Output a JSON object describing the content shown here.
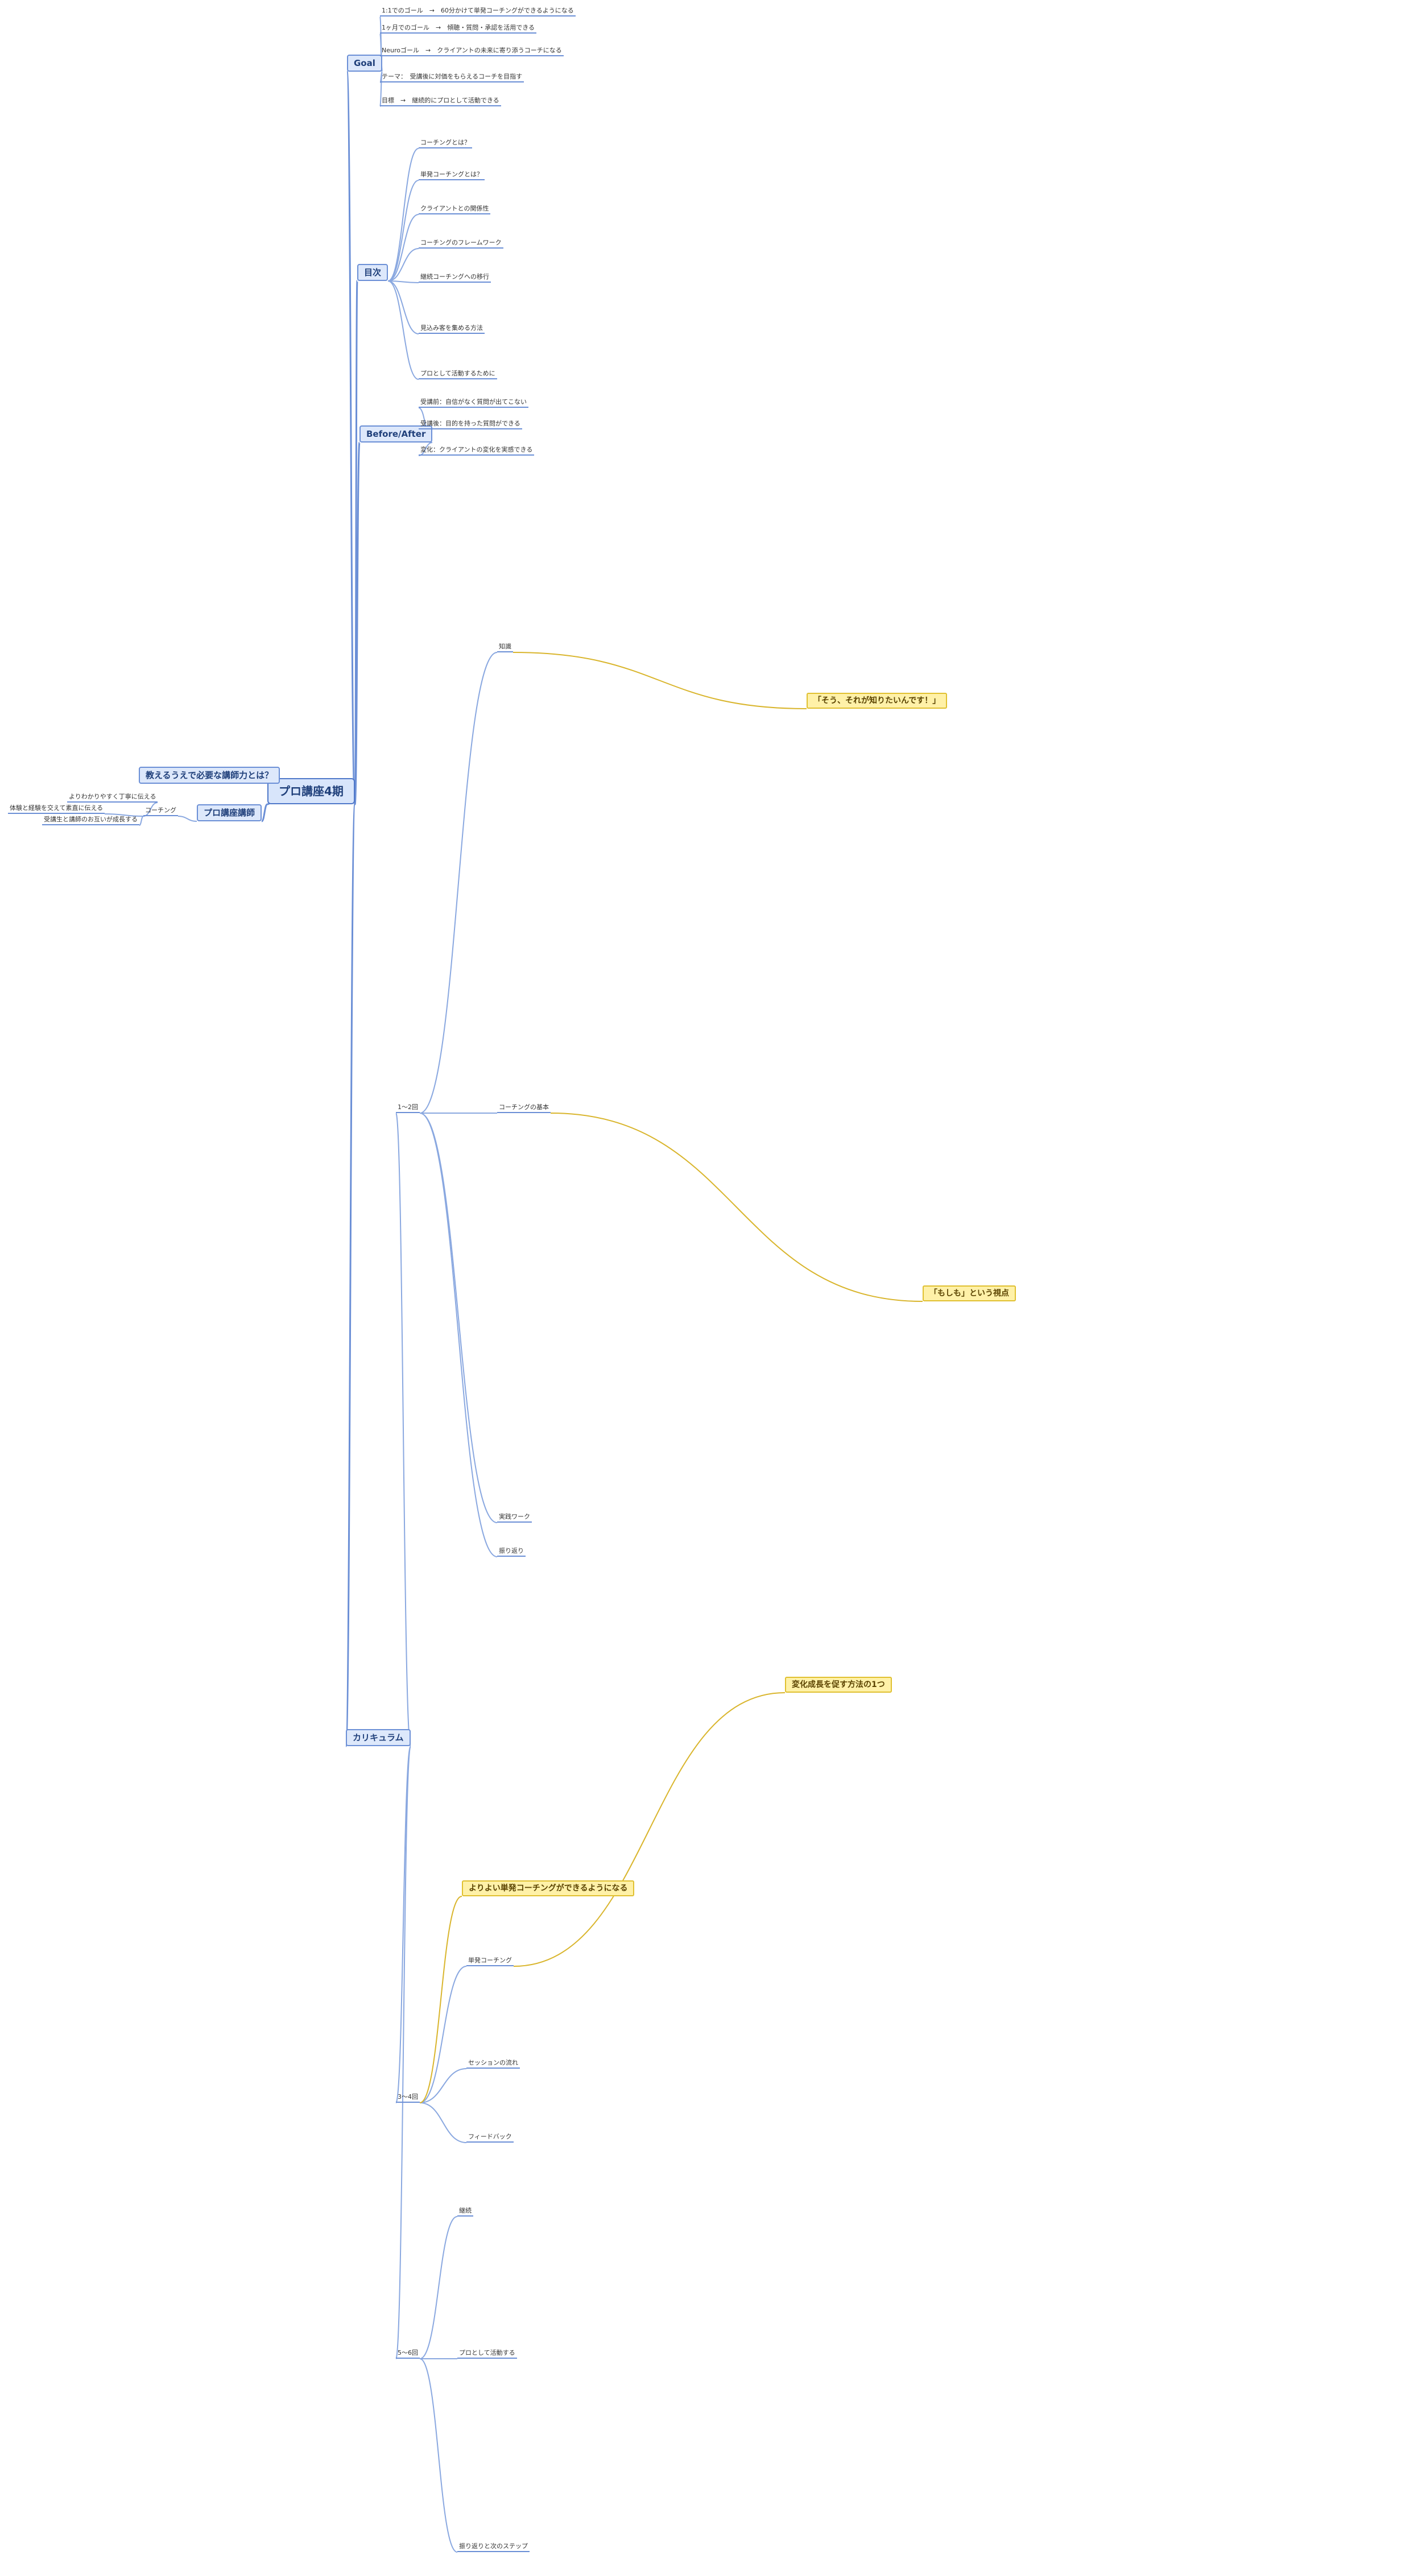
{
  "root": "プロ講座4期",
  "left": {
    "branch_1": "教えるうえで必要な講師力とは？",
    "branch_2": {
      "label": "プロ講座講師",
      "child": "コーチング",
      "leaves": [
        "よりわかりやすく丁寧に伝える",
        "体験と経験を交えて素直に伝える",
        "受講生と講師のお互いが成長する"
      ]
    }
  },
  "goal": {
    "label": "Goal",
    "items": [
      "1:1でのゴール　→　60分かけて単発コーチングができるようになる",
      "1ヶ月でのゴール　→　傾聴・質問・承認を活用できる",
      "Neuroゴール　→　クライアントの未来に寄り添うコーチになる",
      "テーマ：　受講後に対価をもらえるコーチを目指す",
      "目標　→　継続的にプロとして活動できる"
    ]
  },
  "toc": {
    "label": "目次",
    "items": [
      "コーチングとは？",
      "単発コーチングとは？",
      "クライアントとの関係性",
      "コーチングのフレームワーク",
      "継続コーチングへの移行",
      "見込み客を集める方法",
      "プロとして活動するために"
    ]
  },
  "before_after": {
    "label": "Before/After",
    "items": [
      "受講前：自信がなく質問が出てこない",
      "受講後：目的を持った質問ができる",
      "変化：クライアントの変化を実感できる"
    ]
  },
  "curriculum": {
    "label": "カリキュラム",
    "part1": {
      "label": "1〜2回",
      "sections": [
        "知識",
        "コーチングの基本",
        "実践ワーク",
        "振り返り"
      ]
    },
    "highlights": {
      "h1": "「そう、それが知りたいんです！」",
      "h2": "「もしも」という視点",
      "h3": "変化成長を促す方法の1つ",
      "h4": "よりよい単発コーチングができるようになる"
    },
    "part2": {
      "label": "3〜4回",
      "sections": [
        "単発コーチング",
        "セッションの流れ",
        "フィードバック"
      ]
    },
    "part3": {
      "label": "5〜6回",
      "sections": [
        "継続",
        "プロとして活動する",
        "振り返りと次のステップ"
      ]
    }
  }
}
